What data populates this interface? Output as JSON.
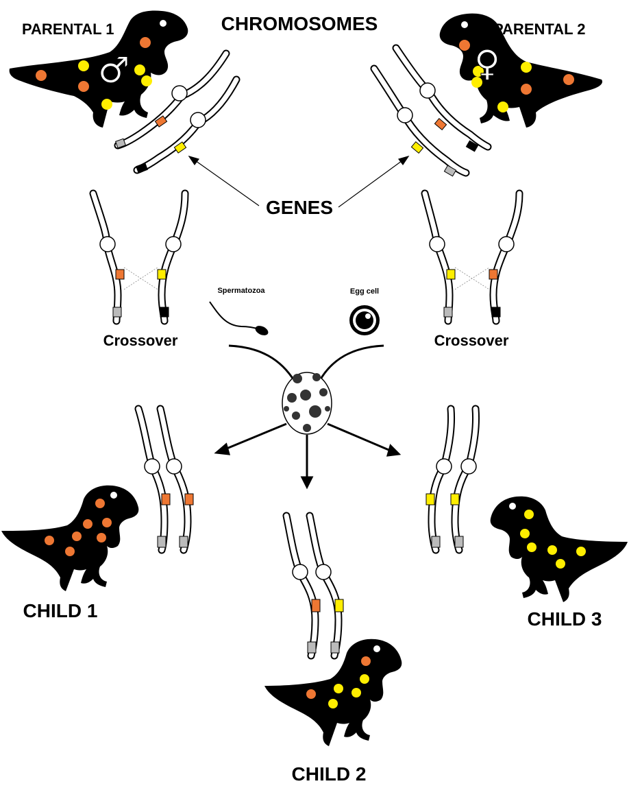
{
  "labels": {
    "title": "CHROMOSOMES",
    "parent1": "PARENTAL 1",
    "parent2": "PARENTAL 2",
    "genes": "GENES",
    "crossover_left": "Crossover",
    "crossover_right": "Crossover",
    "sperm": "Spermatozoa",
    "egg": "Egg cell",
    "child1": "CHILD 1",
    "child2": "CHILD 2",
    "child3": "CHILD 3"
  },
  "symbols": {
    "male": "♂",
    "female": "♀"
  },
  "colors": {
    "orange": "#ee7733",
    "yellow": "#ffee00",
    "gray": "#bbbbbb",
    "black": "#000000"
  }
}
